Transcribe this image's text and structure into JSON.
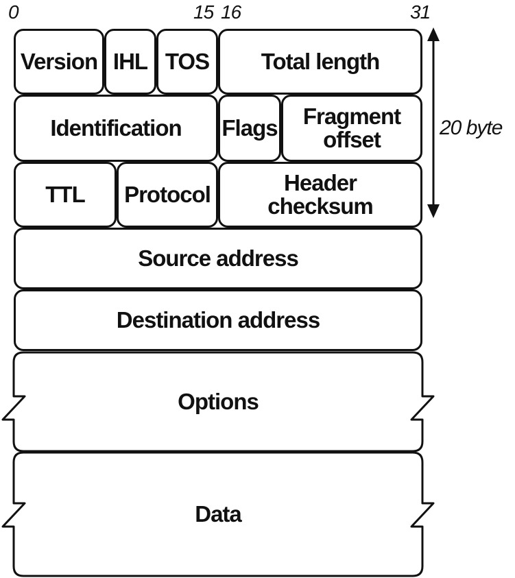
{
  "bit_labels": {
    "start": "0",
    "end_first_half": "15",
    "start_second_half": "16",
    "end": "31"
  },
  "rows": [
    {
      "fields": [
        "Version",
        "IHL",
        "TOS",
        "Total length"
      ]
    },
    {
      "fields": [
        "Identification",
        "Flags",
        "Fragment\noffset"
      ]
    },
    {
      "fields": [
        "TTL",
        "Protocol",
        "Header\nchecksum"
      ]
    },
    {
      "fields": [
        "Source address"
      ]
    },
    {
      "fields": [
        "Destination address"
      ]
    }
  ],
  "options_label": "Options",
  "data_label": "Data",
  "header_size_label": "20 byte"
}
